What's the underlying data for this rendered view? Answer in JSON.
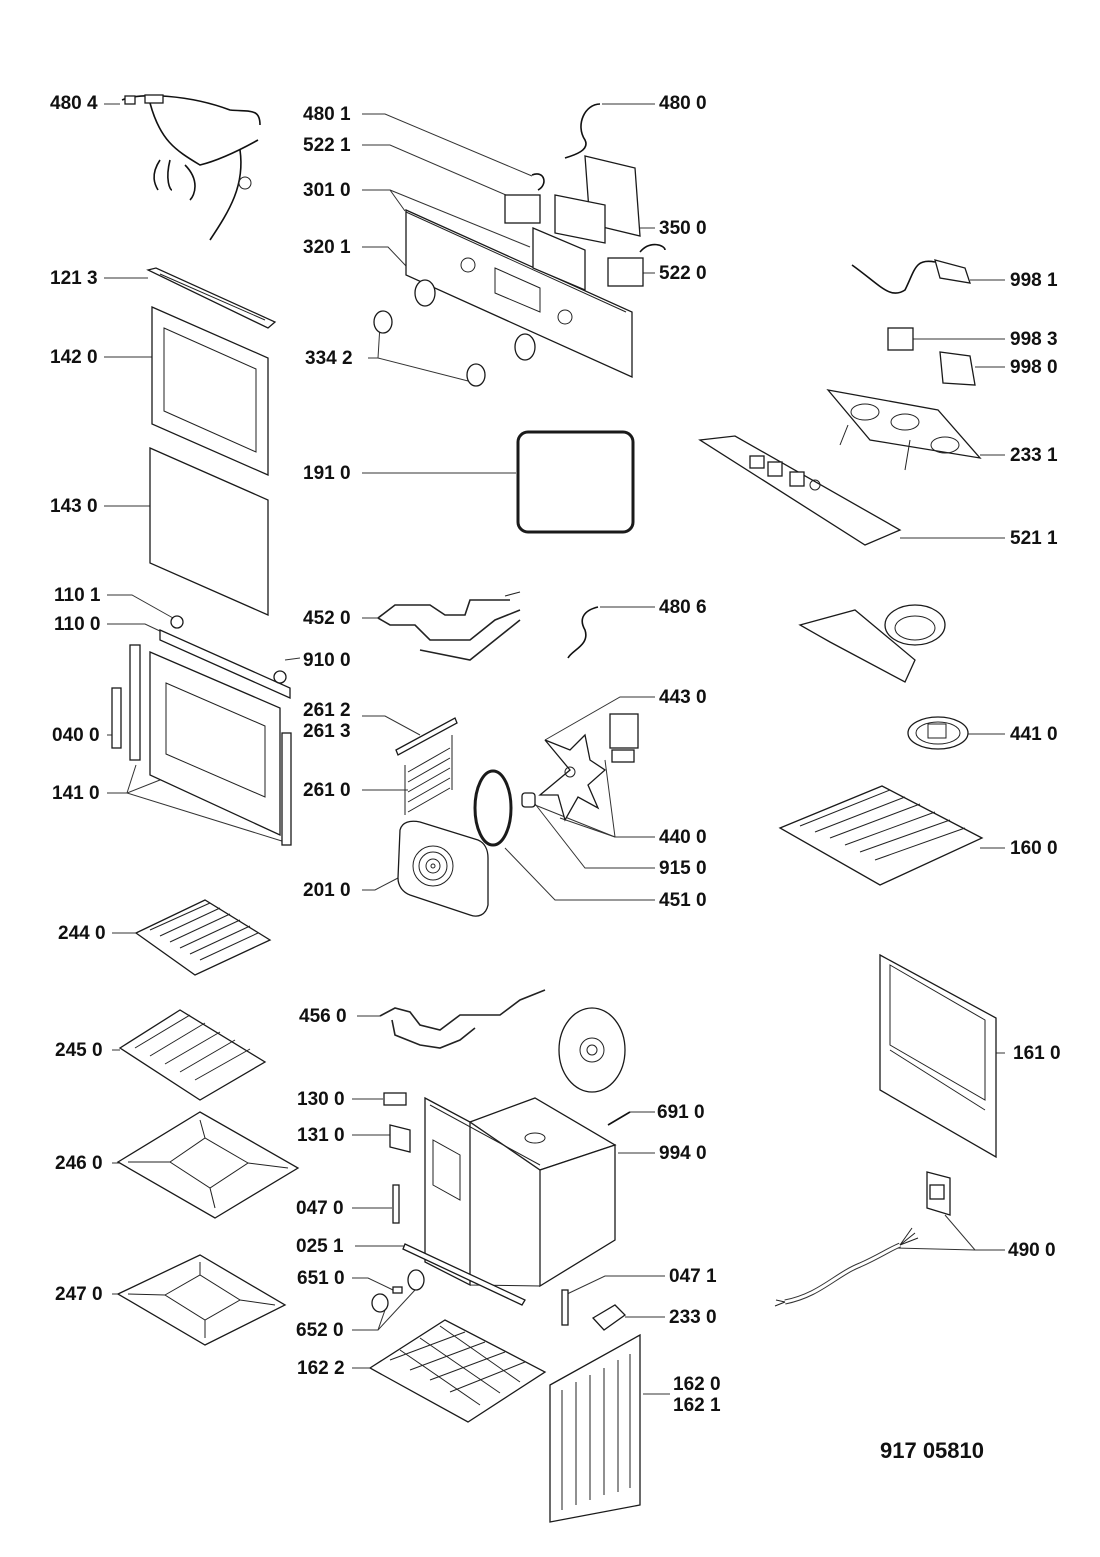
{
  "diagram": {
    "type": "exploded-parts-view",
    "subject": "built-in oven",
    "document_number": "917 05810"
  },
  "labels": [
    {
      "id": "p4804",
      "text": "480 4",
      "side": "left"
    },
    {
      "id": "p4801",
      "text": "480 1",
      "side": "left"
    },
    {
      "id": "p5221",
      "text": "522 1",
      "side": "left"
    },
    {
      "id": "p3010",
      "text": "301 0",
      "side": "left"
    },
    {
      "id": "p3201",
      "text": "320 1",
      "side": "left"
    },
    {
      "id": "p3342",
      "text": "334 2",
      "side": "left"
    },
    {
      "id": "p4800",
      "text": "480 0",
      "side": "right"
    },
    {
      "id": "p3500",
      "text": "350 0",
      "side": "right"
    },
    {
      "id": "p5220",
      "text": "522 0",
      "side": "right"
    },
    {
      "id": "p9981",
      "text": "998 1",
      "side": "right"
    },
    {
      "id": "p9983",
      "text": "998 3",
      "side": "right"
    },
    {
      "id": "p9980",
      "text": "998 0",
      "side": "right"
    },
    {
      "id": "p2331",
      "text": "233 1",
      "side": "right"
    },
    {
      "id": "p5211",
      "text": "521 1",
      "side": "right"
    },
    {
      "id": "p1213",
      "text": "121 3",
      "side": "left"
    },
    {
      "id": "p1420",
      "text": "142 0",
      "side": "left"
    },
    {
      "id": "p1430",
      "text": "143 0",
      "side": "left"
    },
    {
      "id": "p1910",
      "text": "191 0",
      "side": "left"
    },
    {
      "id": "p1101",
      "text": "110 1",
      "side": "left"
    },
    {
      "id": "p1100",
      "text": "110 0",
      "side": "left"
    },
    {
      "id": "p9100",
      "text": "910 0",
      "side": "right"
    },
    {
      "id": "p0400",
      "text": "040 0",
      "side": "left"
    },
    {
      "id": "p1410",
      "text": "141 0",
      "side": "left"
    },
    {
      "id": "p4520",
      "text": "452 0",
      "side": "left"
    },
    {
      "id": "p4806",
      "text": "480 6",
      "side": "right"
    },
    {
      "id": "p2612",
      "text": "261 2\n261 3",
      "side": "left"
    },
    {
      "id": "p2610",
      "text": "261 0",
      "side": "left"
    },
    {
      "id": "p2010",
      "text": "201 0",
      "side": "left"
    },
    {
      "id": "p4430",
      "text": "443 0",
      "side": "right"
    },
    {
      "id": "p4400",
      "text": "440 0",
      "side": "right"
    },
    {
      "id": "p9150",
      "text": "915 0",
      "side": "right"
    },
    {
      "id": "p4510",
      "text": "451 0",
      "side": "right"
    },
    {
      "id": "p4410",
      "text": "441 0",
      "side": "right"
    },
    {
      "id": "p1600",
      "text": "160 0",
      "side": "right"
    },
    {
      "id": "p2440",
      "text": "244 0",
      "side": "left"
    },
    {
      "id": "p2450",
      "text": "245 0",
      "side": "left"
    },
    {
      "id": "p2460",
      "text": "246 0",
      "side": "left"
    },
    {
      "id": "p2470",
      "text": "247 0",
      "side": "left"
    },
    {
      "id": "p4560",
      "text": "456 0",
      "side": "left"
    },
    {
      "id": "p1300",
      "text": "130 0",
      "side": "left"
    },
    {
      "id": "p1310",
      "text": "131 0",
      "side": "left"
    },
    {
      "id": "p0470",
      "text": "047 0",
      "side": "left"
    },
    {
      "id": "p0251",
      "text": "025 1",
      "side": "left"
    },
    {
      "id": "p6510",
      "text": "651 0",
      "side": "left"
    },
    {
      "id": "p6520",
      "text": "652 0",
      "side": "left"
    },
    {
      "id": "p1622",
      "text": "162 2",
      "side": "left"
    },
    {
      "id": "p6910",
      "text": "691 0",
      "side": "right"
    },
    {
      "id": "p9940",
      "text": "994 0",
      "side": "right"
    },
    {
      "id": "p0471",
      "text": "047 1",
      "side": "right"
    },
    {
      "id": "p2330",
      "text": "233 0",
      "side": "right"
    },
    {
      "id": "p1620",
      "text": "162 0\n162 1",
      "side": "right"
    },
    {
      "id": "p1610",
      "text": "161 0",
      "side": "right"
    },
    {
      "id": "p4900",
      "text": "490 0",
      "side": "right"
    }
  ]
}
